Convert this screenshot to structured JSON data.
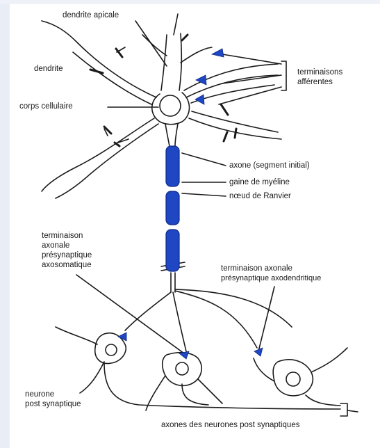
{
  "labels": {
    "dendrite_apicale": "dendrite apicale",
    "dendrite": "dendrite",
    "terminaisons_afferentes_1": "terminaisons",
    "terminaisons_afferentes_2": "afférentes",
    "corps_cellulaire": "corps cellulaire",
    "axone_segment_initial": "axone (segment initial)",
    "gaine_de_myeline": "gaine de myéline",
    "noeud_de_ranvier": "nœud de Ranvier",
    "terminaison_axosomatique_1": "terminaison",
    "terminaison_axosomatique_2": "axonale",
    "terminaison_axosomatique_3": "présynaptique",
    "terminaison_axosomatique_4": "axosomatique",
    "terminaison_axodendritique_1": "terminaison axonale",
    "terminaison_axodendritique_2": "présynaptique axodendritique",
    "neurone_post_1": "neurone",
    "neurone_post_2": "post synaptique",
    "axones_neurones_post": "axones des neurones post synaptiques"
  },
  "colors": {
    "myelin": "#1f47c4",
    "synapse": "#1f47c4",
    "line": "#1a1a1a",
    "label_text": "#1a1a1a"
  }
}
